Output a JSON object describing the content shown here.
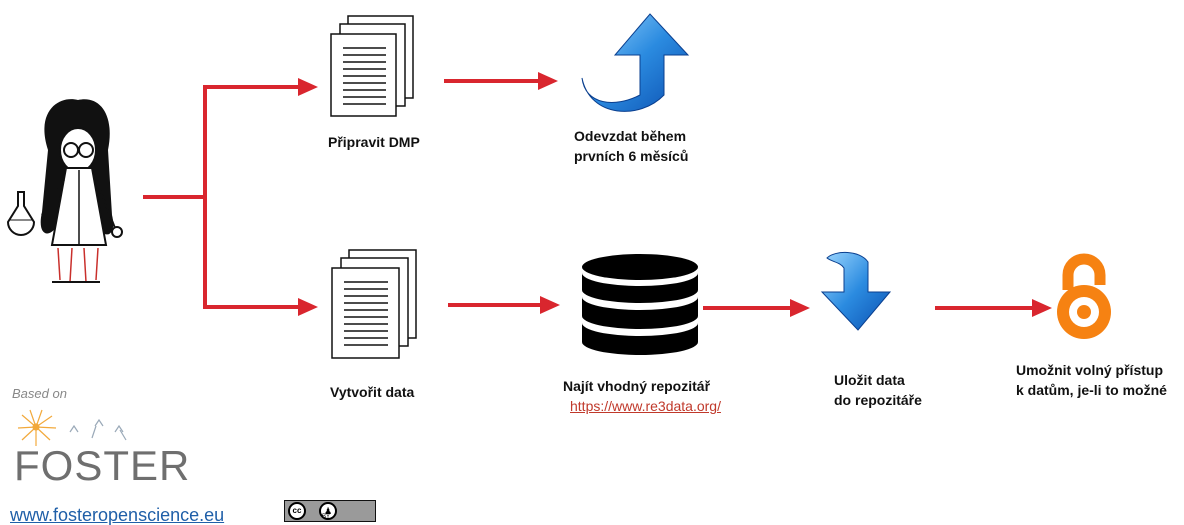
{
  "steps": {
    "dmp": "Připravit DMP",
    "submit_line1": "Odevzdat během",
    "submit_line2": "prvních 6 měsíců",
    "create": "Vytvořit data",
    "find_repo": "Najít vhodný repozitář",
    "repo_link": "https://www.re3data.org/",
    "save_line1": "Uložit data",
    "save_line2": "do repozitáře",
    "open_line1": "Umožnit volný přístup",
    "open_line2": "k datům, je-li to možné"
  },
  "footer": {
    "based_on": "Based on",
    "logo_word": "FOSTER",
    "url": "www.fosteropenscience.eu",
    "license_cc": "cc",
    "license_by": "BY"
  },
  "colors": {
    "arrow": "#d9262e",
    "blue_arrow": "#1f7fd6",
    "open_access": "#f68212"
  },
  "icons": [
    "researcher-figure",
    "document-stack-icon",
    "curved-up-arrow-icon",
    "database-icon",
    "curved-down-arrow-icon",
    "open-access-icon",
    "cc-by-badge"
  ]
}
